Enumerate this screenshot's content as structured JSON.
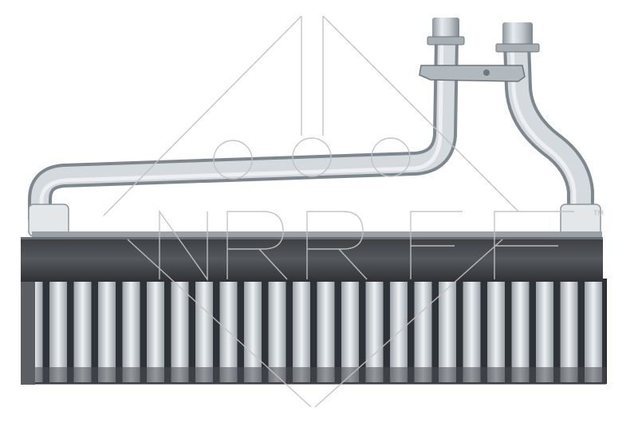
{
  "product": {
    "description_name": "heater-core",
    "colors": {
      "background": "#ffffff",
      "pipe": "#bfc6cc",
      "pipe_shade": "#8d959c",
      "band": "#4a4c50",
      "fin": "#d9dde1",
      "fin_dark": "#2f3236",
      "tank": "#5b5e62"
    }
  },
  "watermark": {
    "logo_text": "NRF",
    "trademark": "TM",
    "color": "#bdbdbd"
  }
}
